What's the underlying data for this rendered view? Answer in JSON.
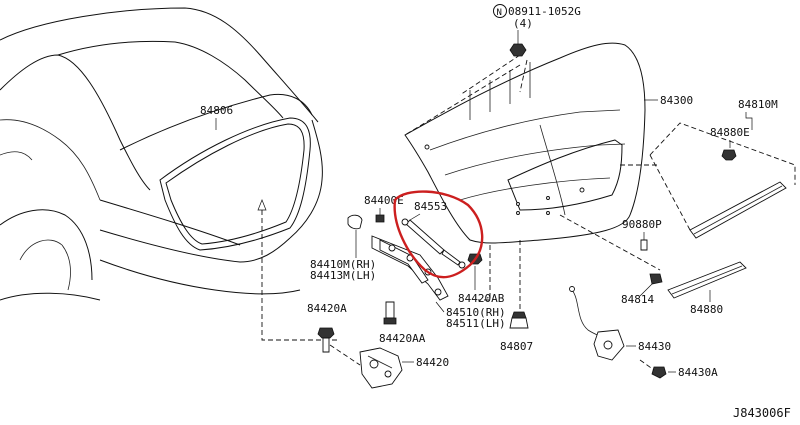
{
  "diagram_id": "J843006F",
  "highlight_color": "#cc1f1f",
  "fastener_note": {
    "prefix": "N",
    "part": "08911-1052G",
    "qty": "(4)"
  },
  "labels": {
    "p84806": "84806",
    "p84300": "84300",
    "p84810m": "84810M",
    "p84880e": "84880E",
    "p84400e": "84400E",
    "p84553": "84553",
    "p90880p": "90880P",
    "p84410m": "84410M(RH)",
    "p84413m": "84413M(LH)",
    "p84420ab": "84420AB",
    "p84420a": "84420A",
    "p84510": "84510(RH)",
    "p84511": "84511(LH)",
    "p84420aa": "84420AA",
    "p84807": "84807",
    "p84814": "84814",
    "p84880": "84880",
    "p84430": "84430",
    "p84420": "84420",
    "p84430a": "84430A"
  }
}
